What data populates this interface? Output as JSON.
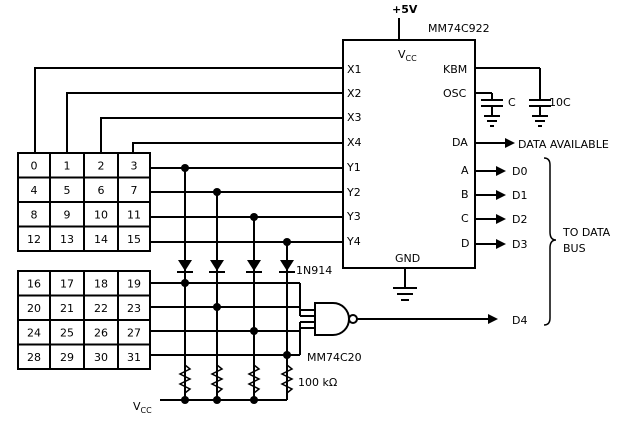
{
  "supply_top": "+5V",
  "encoder": {
    "part": "MM74C922",
    "vcc": "V",
    "vcc_sub": "CC",
    "gnd": "GND",
    "left_pins": [
      "X1",
      "X2",
      "X3",
      "X4",
      "Y1",
      "Y2",
      "Y3",
      "Y4"
    ],
    "right_pins": [
      "KBM",
      "OSC",
      "DA",
      "A",
      "B",
      "C",
      "D"
    ]
  },
  "caps": {
    "c1": "C",
    "c2": "10C"
  },
  "outputs": {
    "da": "DATA AVAILABLE",
    "d0": "D0",
    "d1": "D1",
    "d2": "D2",
    "d3": "D3",
    "d4": "D4"
  },
  "bus": {
    "line1": "TO DATA",
    "line2": "BUS"
  },
  "keypad_upper": [
    [
      "0",
      "1",
      "2",
      "3"
    ],
    [
      "4",
      "5",
      "6",
      "7"
    ],
    [
      "8",
      "9",
      "10",
      "11"
    ],
    [
      "12",
      "13",
      "14",
      "15"
    ]
  ],
  "keypad_lower": [
    [
      "16",
      "17",
      "18",
      "19"
    ],
    [
      "20",
      "21",
      "22",
      "23"
    ],
    [
      "24",
      "25",
      "26",
      "27"
    ],
    [
      "28",
      "29",
      "30",
      "31"
    ]
  ],
  "diode": "1N914",
  "nand": "MM74C20",
  "resistor": "100 kΩ",
  "vcc_bottom": "V",
  "vcc_bottom_sub": "CC"
}
